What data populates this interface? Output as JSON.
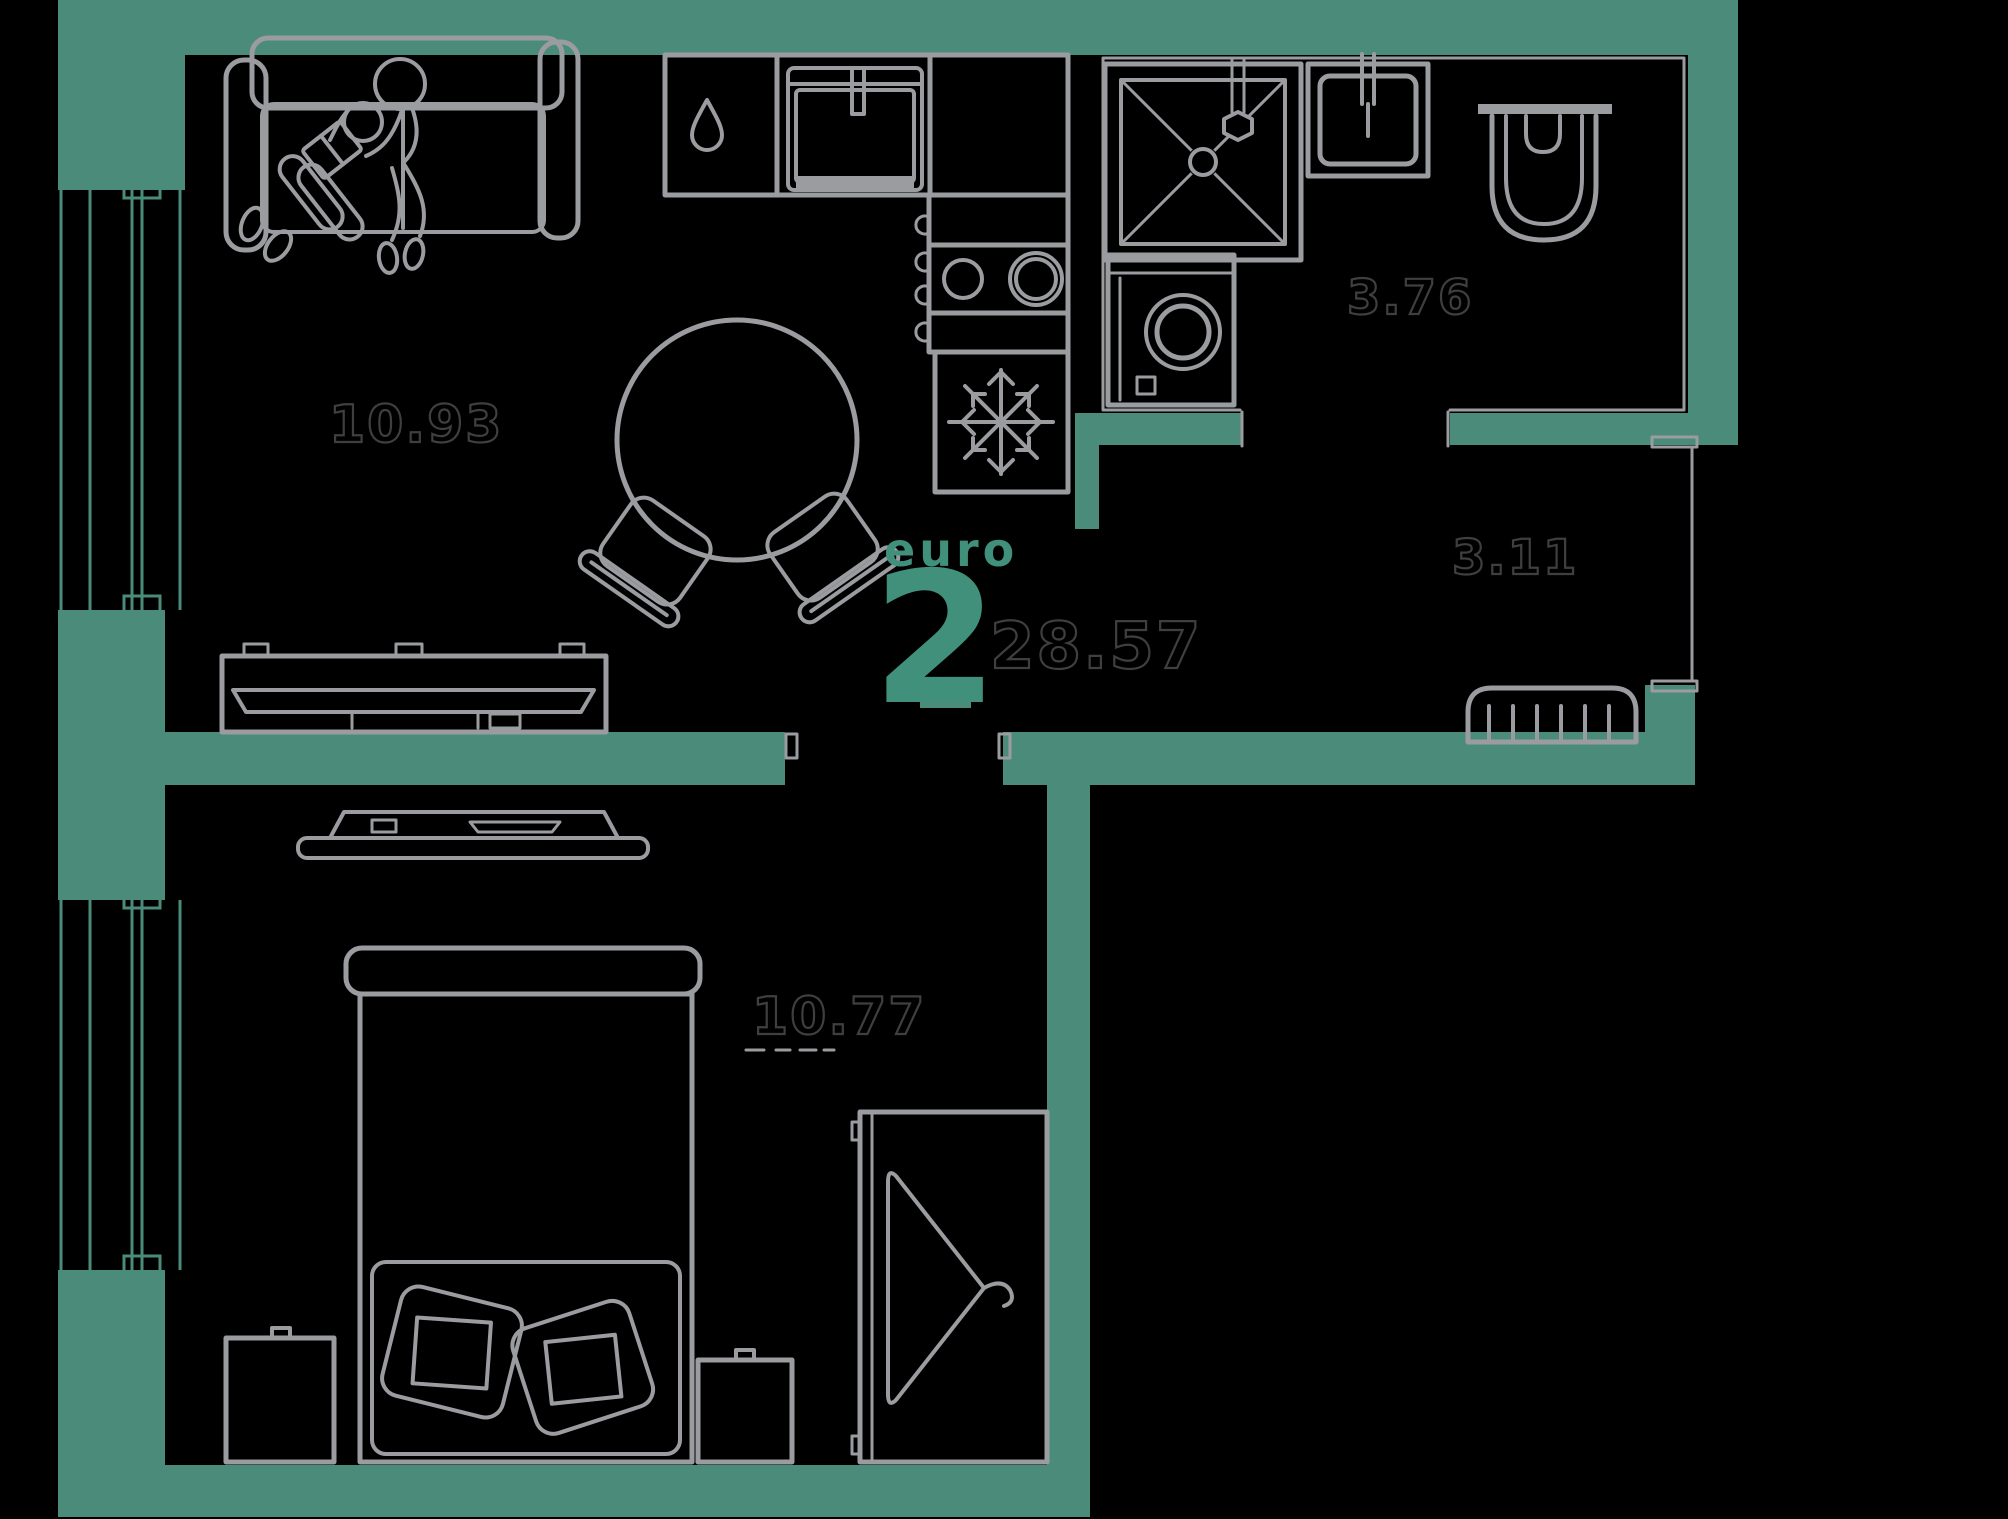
{
  "plan": {
    "unit": {
      "type_label": "euro",
      "rooms_count": "2",
      "total_area": "28.57"
    },
    "rooms": [
      {
        "id": "living-kitchen",
        "area": "10.93"
      },
      {
        "id": "bathroom",
        "area": "3.76"
      },
      {
        "id": "hallway",
        "area": "3.11"
      },
      {
        "id": "bedroom",
        "area": "10.77"
      }
    ],
    "icons": {
      "fridge": "snowflake-icon",
      "kitchen_cabinet": "water-drop-icon",
      "wardrobe": "hanger-icon"
    },
    "colors": {
      "wall": "#4a8b79",
      "accent": "#41907c",
      "line": "#9a9ca0",
      "label_outline": "#3f3f3f",
      "background": "#000000"
    }
  }
}
